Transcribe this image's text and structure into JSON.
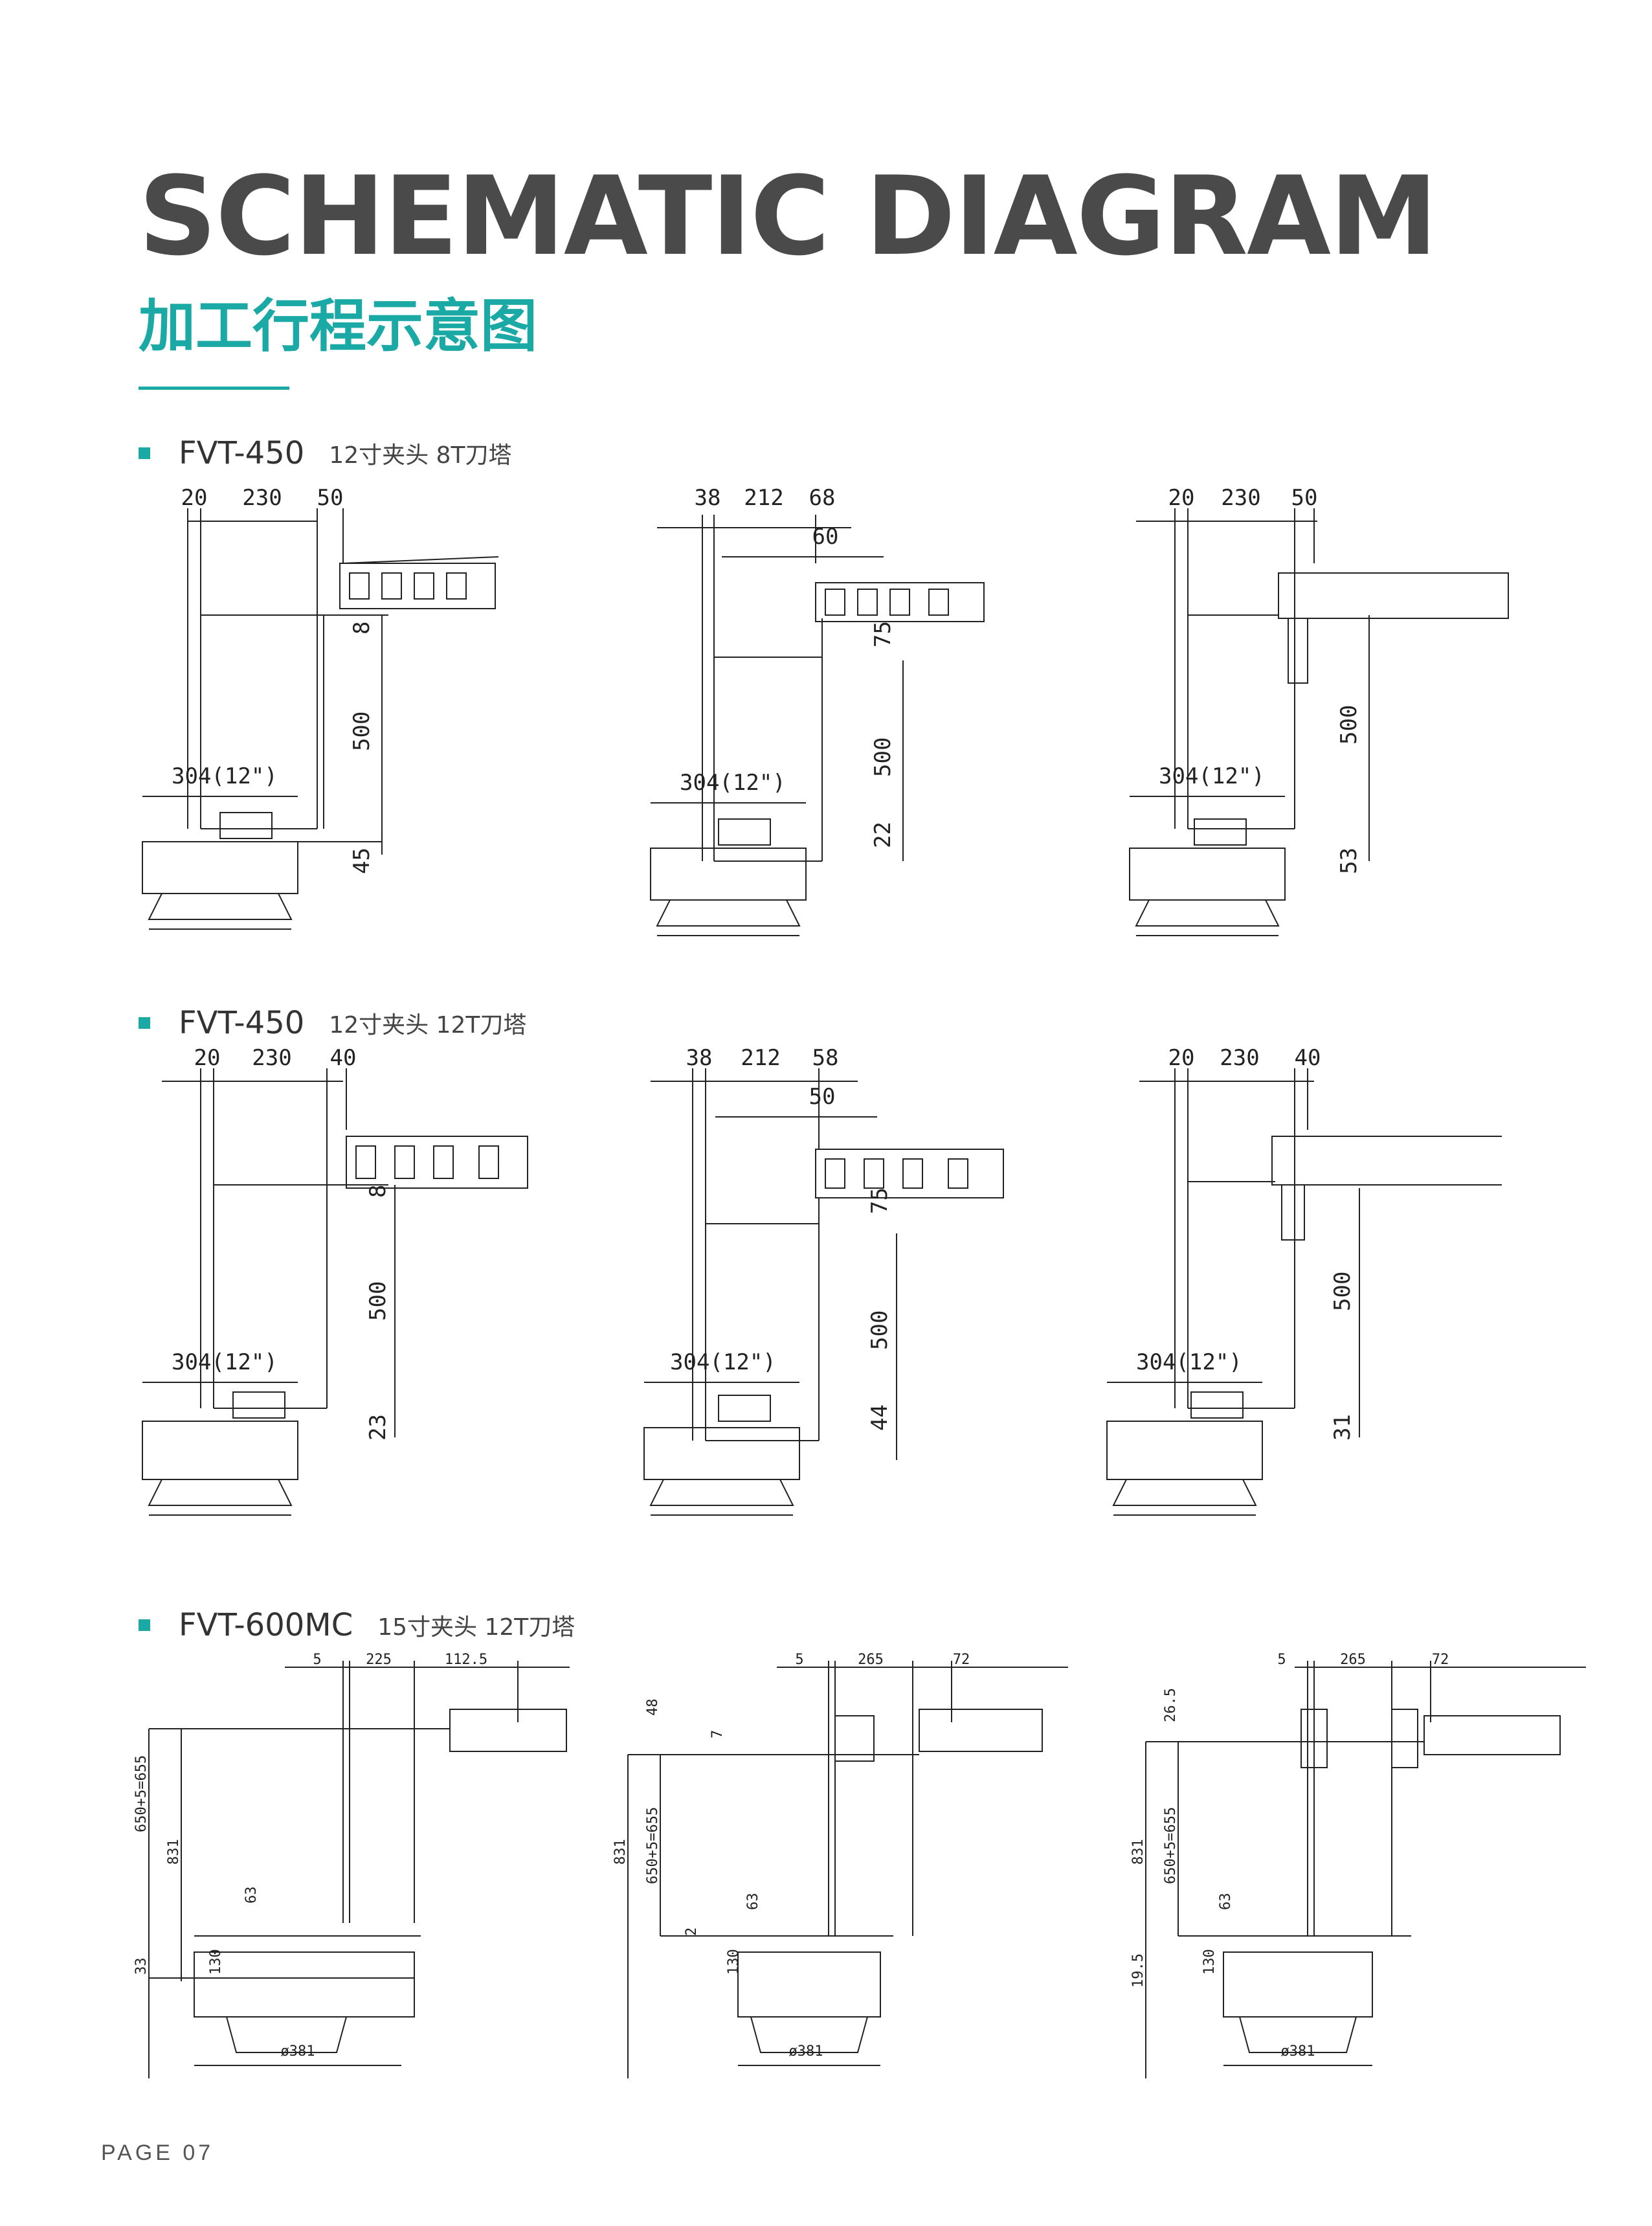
{
  "page": {
    "title": "SCHEMATIC DIAGRAM",
    "subtitle": "加工行程示意图",
    "page_number": "PAGE 07"
  },
  "sections": [
    {
      "model": "FVT-450",
      "spec": "12寸夹头 8T刀塔",
      "diagrams": [
        {
          "top": [
            "20",
            "230",
            "50"
          ],
          "sub": "",
          "chuck": "304(12\")",
          "right": [
            "8",
            "500",
            "45"
          ]
        },
        {
          "top": [
            "38",
            "212",
            "68"
          ],
          "sub": "60",
          "chuck": "304(12\")",
          "right": [
            "75",
            "500",
            "22"
          ]
        },
        {
          "top": [
            "20",
            "230",
            "50"
          ],
          "sub": "",
          "chuck": "304(12\")",
          "right": [
            "500",
            "53"
          ]
        }
      ]
    },
    {
      "model": "FVT-450",
      "spec": "12寸夹头 12T刀塔",
      "diagrams": [
        {
          "top": [
            "20",
            "230",
            "40"
          ],
          "sub": "",
          "chuck": "304(12\")",
          "right": [
            "8",
            "500",
            "23"
          ]
        },
        {
          "top": [
            "38",
            "212",
            "58"
          ],
          "sub": "50",
          "chuck": "304(12\")",
          "right": [
            "75",
            "500",
            "44"
          ]
        },
        {
          "top": [
            "20",
            "230",
            "40"
          ],
          "sub": "",
          "chuck": "304(12\")",
          "right": [
            "500",
            "31"
          ]
        }
      ]
    },
    {
      "model": "FVT-600MC",
      "spec": "15寸夹头 12T刀塔",
      "diagrams": [
        {
          "top": [
            "5",
            "225",
            "112.5"
          ],
          "left": [
            "650+5=655",
            "831",
            "63",
            "33",
            "130"
          ],
          "bottom": "ø381"
        },
        {
          "top": [
            "5",
            "265",
            "72"
          ],
          "left": [
            "48",
            "7",
            "831",
            "650+5=655",
            "63",
            "2",
            "130"
          ],
          "bottom": "ø381"
        },
        {
          "top": [
            "5",
            "265",
            "72"
          ],
          "left": [
            "26.5",
            "831",
            "650+5=655",
            "63",
            "19.5",
            "130"
          ],
          "bottom": "ø381"
        }
      ]
    }
  ]
}
